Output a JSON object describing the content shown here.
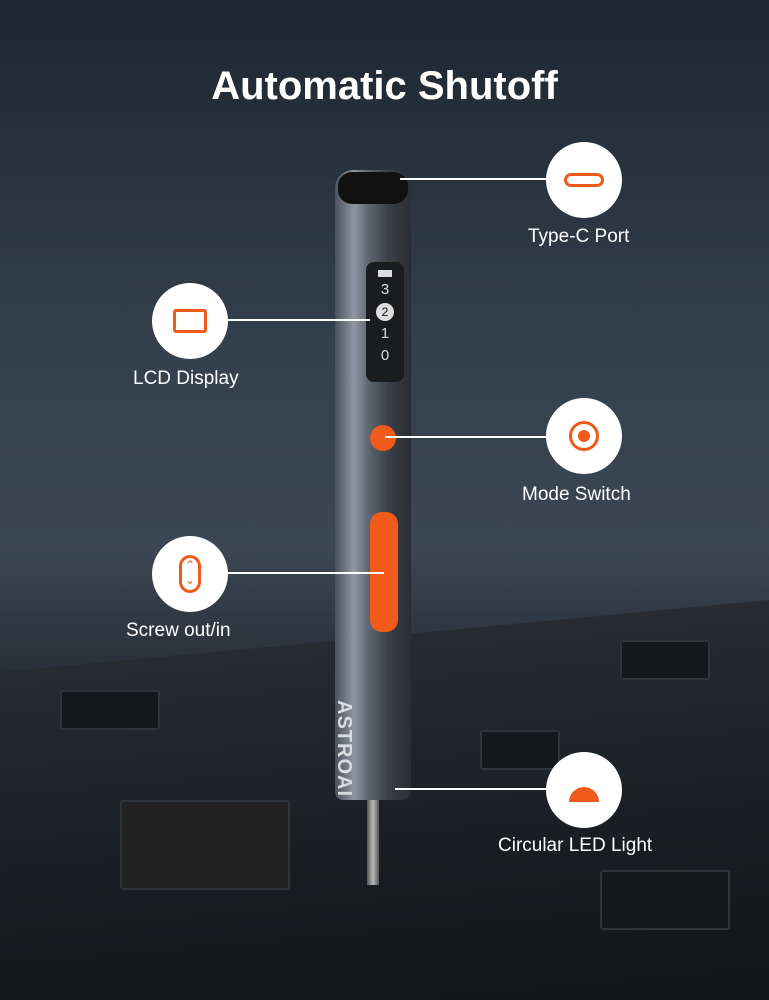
{
  "title": "Automatic Shutoff",
  "brand": "ASTROAI",
  "lcd": {
    "levels": [
      "3",
      "2",
      "1",
      "0"
    ]
  },
  "callouts": [
    {
      "label": "Type-C Port",
      "icon": "usb-c-port-icon"
    },
    {
      "label": "LCD Display",
      "icon": "monitor-icon"
    },
    {
      "label": "Mode Switch",
      "icon": "target-button-icon"
    },
    {
      "label": "Screw out/in",
      "icon": "up-down-arrows-icon"
    },
    {
      "label": "Circular LED Light",
      "icon": "lamp-light-icon"
    }
  ],
  "colors": {
    "accent": "#f05a1a",
    "background": "#2f3a45"
  }
}
